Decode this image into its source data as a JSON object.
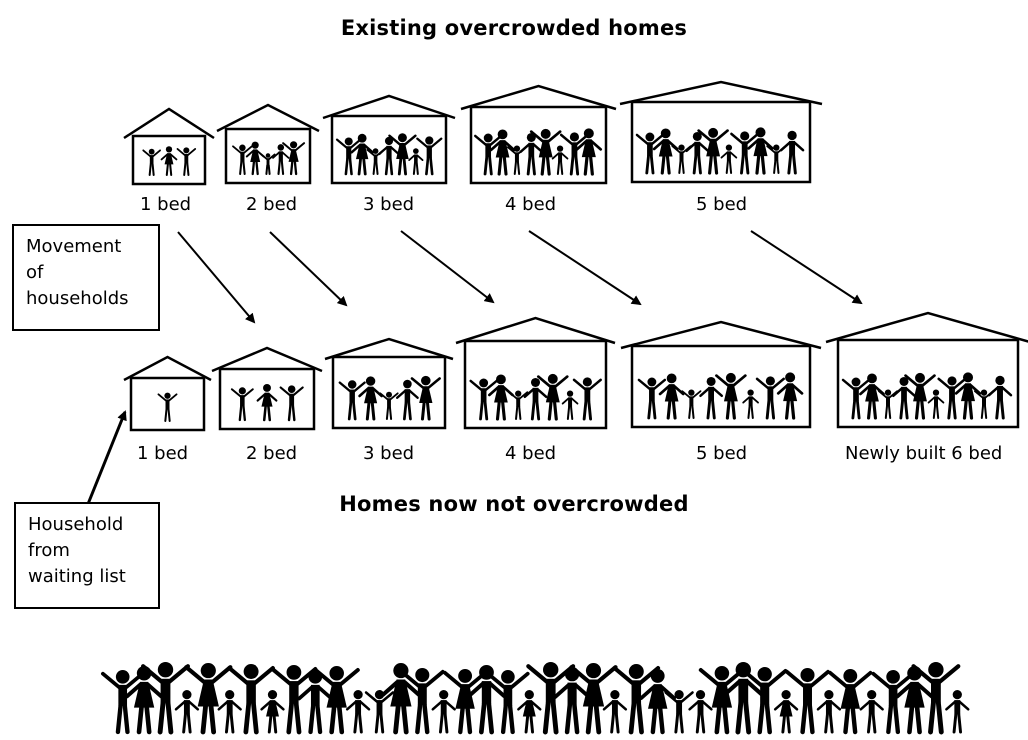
{
  "title_top": "Existing overcrowded homes",
  "title_bottom": "Homes now not overcrowded",
  "top_row_labels": [
    "1 bed",
    "2 bed",
    "3 bed",
    "4 bed",
    "5 bed"
  ],
  "bottom_row_labels": [
    "1 bed",
    "2 bed",
    "3 bed",
    "4 bed",
    "5 bed",
    "Newly built 6 bed"
  ],
  "movement_box": [
    "Movement",
    "of",
    "households"
  ],
  "waiting_box": [
    "Household",
    "from",
    "waiting list"
  ],
  "top_row_people_counts": [
    3,
    5,
    7,
    8,
    10
  ],
  "bottom_row_people_counts": [
    1,
    3,
    5,
    7,
    8,
    10
  ],
  "crowd_people_count": 40,
  "colors": {
    "ink": "#000000",
    "background": "#ffffff"
  }
}
